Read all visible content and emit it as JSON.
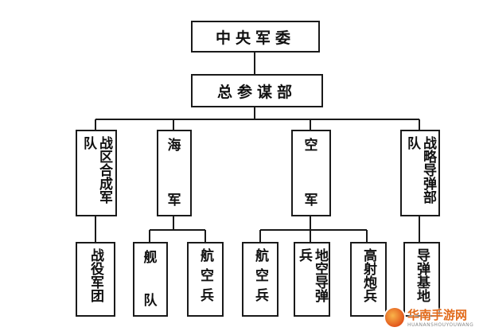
{
  "root": {
    "label": "中央军委"
  },
  "level1": {
    "label": "总参谋部"
  },
  "branches": [
    {
      "id": "army",
      "label": "战区合成军队"
    },
    {
      "id": "navy",
      "label": "海军"
    },
    {
      "id": "airforce",
      "label": "空军"
    },
    {
      "id": "rocket",
      "label": "战略导弹部队"
    }
  ],
  "sub_units": [
    {
      "parent": "army",
      "label": "战役军团"
    },
    {
      "parent": "navy",
      "label": "舰队"
    },
    {
      "parent": "navy",
      "label": "航空兵"
    },
    {
      "parent": "airforce",
      "label": "航空兵"
    },
    {
      "parent": "airforce",
      "label": "地空导弹兵"
    },
    {
      "parent": "airforce",
      "label": "高射炮兵"
    },
    {
      "parent": "rocket",
      "label": "导弹基地"
    }
  ],
  "watermark": {
    "brand": "华南手游网",
    "url": "HUANANSHOUYOUWANG"
  }
}
